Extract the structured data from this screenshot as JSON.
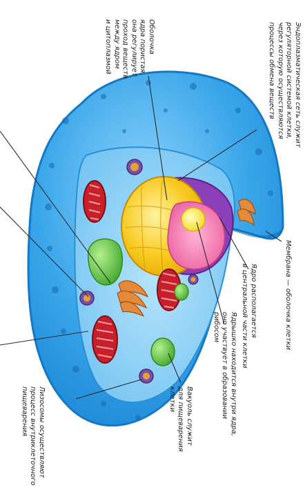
{
  "colors": {
    "cytoplasm": "#2f9fe6",
    "cytoplasm_light": "#7cc7f5",
    "membrane": "#1a8ed8",
    "nucleus_envelope": "#f7c81a",
    "nucleus_inner": "#f06aa8",
    "nucleolus": "#fff04a",
    "er": "#8b3fb8",
    "mitochondria": "#c81f2a",
    "vacuole": "#56c23c",
    "golgi": "#e58a3a",
    "lysosome": "#7a4fa8",
    "leader": "#2a2a2a"
  },
  "labels": {
    "er": {
      "lines": [
        "Эндоплазматическая сеть служит",
        "регуляторной системой клетки,",
        "через которую осуществляются",
        "процессы обмена веществ"
      ]
    },
    "envelope": {
      "lines": [
        "Оболочка",
        "ядра пористая,",
        "она регулирует",
        "проход веществ",
        "между ядром",
        "и цитоплазмой"
      ]
    },
    "membrane": {
      "lines": [
        "Мембрана — оболочка клетки"
      ]
    },
    "nucleus": {
      "lines": [
        "Ядро располагается",
        "в центральной части клетки"
      ]
    },
    "nucleolus": {
      "lines": [
        "Ядрышко находится внутри ядра,",
        "оно участвует в образовании",
        "рибосом"
      ]
    },
    "vacuole": {
      "lines": [
        "Вакуоль служит",
        "для пищеварения",
        "клетки"
      ]
    },
    "lysosome": {
      "lines": [
        "Лизосомы осуществляют",
        "процесс внутриклеточного",
        "пищеварения"
      ]
    }
  }
}
